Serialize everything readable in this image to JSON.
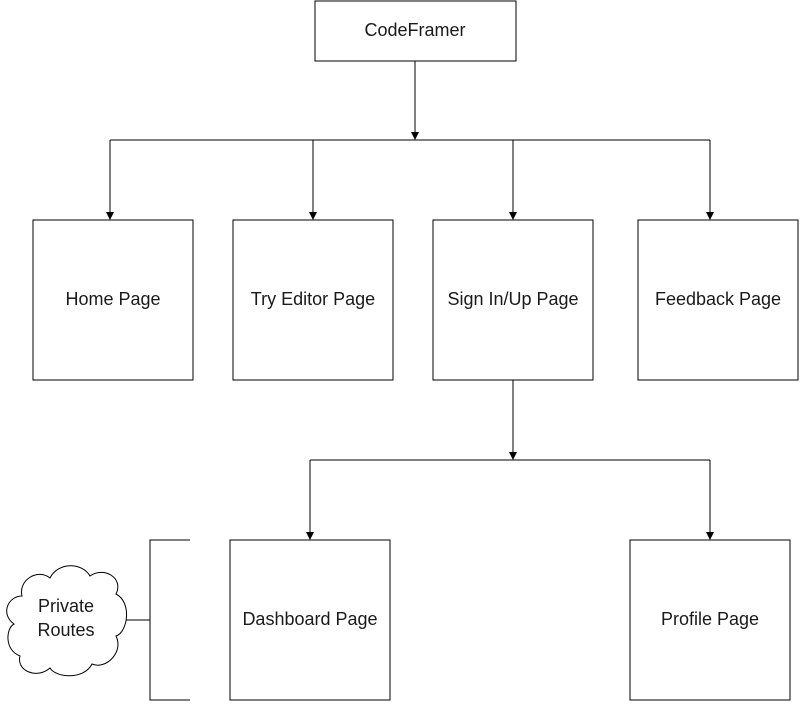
{
  "diagram": {
    "root": "CodeFramer",
    "pages": {
      "home": "Home Page",
      "editor": "Try Editor Page",
      "signin": "Sign In/Up Page",
      "feedback": "Feedback Page",
      "dashboard": "Dashboard Page",
      "profile": "Profile Page"
    },
    "annotation": {
      "line1": "Private",
      "line2": "Routes"
    }
  }
}
